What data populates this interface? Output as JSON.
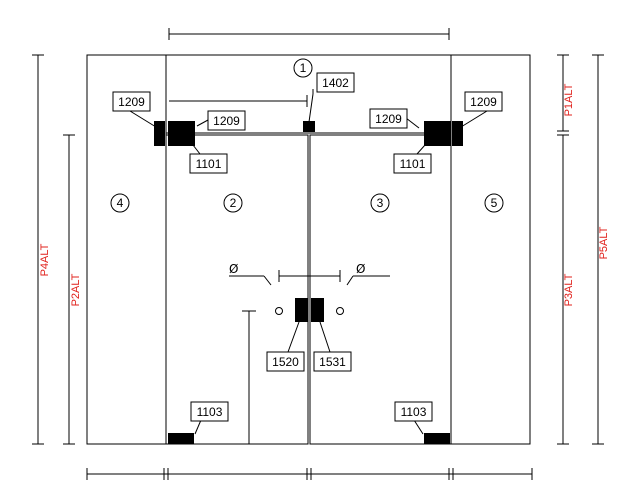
{
  "colors": {
    "line": "#000000",
    "alt_label": "#e0201b",
    "background": "#ffffff"
  },
  "panels": [
    {
      "id": "panel-1",
      "number": "1"
    },
    {
      "id": "panel-2",
      "number": "2"
    },
    {
      "id": "panel-3",
      "number": "3"
    },
    {
      "id": "panel-4",
      "number": "4"
    },
    {
      "id": "panel-5",
      "number": "5"
    }
  ],
  "part_labels": {
    "top_left_outer": "1209",
    "top_left_inner": "1209",
    "top_right_inner": "1209",
    "top_right_outer": "1209",
    "top_center": "1402",
    "hinge_left": "1101",
    "hinge_right": "1101",
    "lock_left": "1520",
    "lock_right": "1531",
    "bottom_left": "1103",
    "bottom_right": "1103"
  },
  "diameter_symbols": {
    "left": "Ø",
    "right": "Ø"
  },
  "height_labels": {
    "p1": "P1ALT",
    "p2": "P2ALT",
    "p3": "P3ALT",
    "p4": "P4ALT",
    "p5": "P5ALT"
  }
}
